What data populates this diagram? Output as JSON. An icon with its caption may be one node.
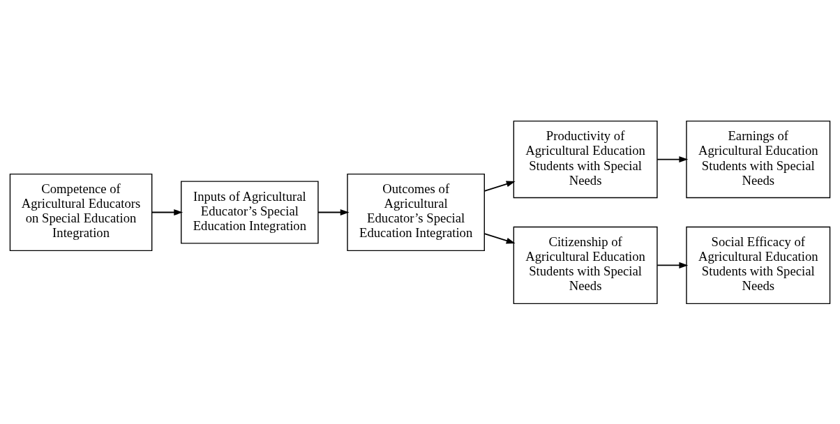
{
  "diagram": {
    "nodes": [
      {
        "text": [
          "Competence of Agricultural Educators on Special Education Integration"
        ]
      },
      {
        "text": [
          "Inputs of Agricultural Educator’s Special Education Integration"
        ]
      },
      {
        "text": [
          "Productivity of Agricultural Education Students with Special Needs"
        ]
      },
      {
        "text": [
          "Earnings of Agricultural Education Students with Special Needs"
        ]
      },
      {
        "text": [
          "Outcomes of Agricultural Educator’s Special Education Integration"
        ]
      },
      {
        "text": [
          "Citizenship of Agricultural Education Students with Special Needs"
        ]
      },
      {
        "text": [
          "Social Efficacy of Agricultural Education Students with Special Needs"
        ]
      }
    ],
    "edges": [
      {
        "from": 0,
        "to": 1,
        "arrow": "to"
      },
      {
        "from": 1,
        "to": 4,
        "arrow": "to"
      },
      {
        "from": 4,
        "to": 2,
        "arrow": "to"
      },
      {
        "from": 2,
        "to": 3,
        "arrow": "to"
      },
      {
        "from": 4,
        "to": 5,
        "arrow": "to"
      },
      {
        "from": 5,
        "to": 6,
        "arrow": "to"
      }
    ]
  }
}
